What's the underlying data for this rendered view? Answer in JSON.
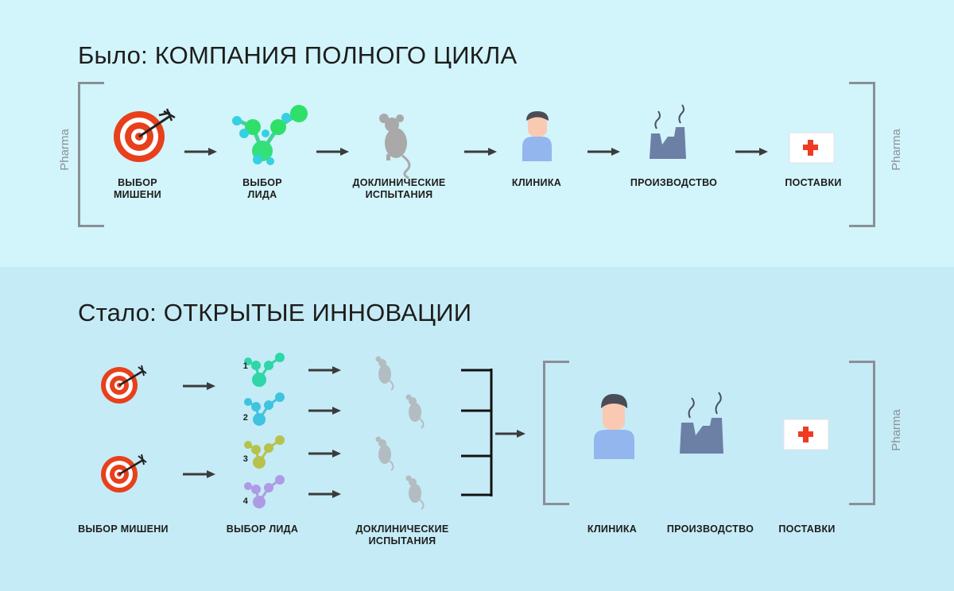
{
  "top": {
    "title": "Было: КОМПАНИЯ ПОЛНОГО ЦИКЛА",
    "side_label": "Pharma",
    "steps": [
      {
        "label": "ВЫБОР\nМИШЕНИ",
        "icon": "target-icon"
      },
      {
        "label": "ВЫБОР\nЛИДА",
        "icon": "molecule-icon"
      },
      {
        "label": "ДОКЛИНИЧЕСКИЕ\nИСПЫТАНИЯ",
        "icon": "mouse-icon"
      },
      {
        "label": "КЛИНИКА",
        "icon": "person-icon"
      },
      {
        "label": "ПРОИЗВОДСТВО",
        "icon": "factory-icon"
      },
      {
        "label": "ПОСТАВКИ",
        "icon": "medical-box-icon"
      }
    ]
  },
  "bottom": {
    "title": "Стало: ОТКРЫТЫЕ ИННОВАЦИИ",
    "side_label": "Pharma",
    "leads": [
      "1",
      "2",
      "3",
      "4"
    ],
    "lead_colors": [
      "#2fd6a8",
      "#3fc4e0",
      "#b7c24a",
      "#ad9be6"
    ],
    "labels": {
      "target": "ВЫБОР МИШЕНИ",
      "lead": "ВЫБОР ЛИДА",
      "preclinical": "ДОКЛИНИЧЕСКИЕ\nИСПЫТАНИЯ",
      "clinic": "КЛИНИКА",
      "production": "ПРОИЗВОДСТВО",
      "delivery": "ПОСТАВКИ"
    }
  },
  "colors": {
    "top_bg": "#d2f4fb",
    "bottom_bg": "#c5ebf6",
    "target_red": "#e8401c",
    "mouse_grey": "#a9a9a9",
    "person_blue": "#93b6ee",
    "factory_blue": "#6c80a6",
    "cross_red": "#ef3b24",
    "bracket_grey": "#8a8f96"
  }
}
